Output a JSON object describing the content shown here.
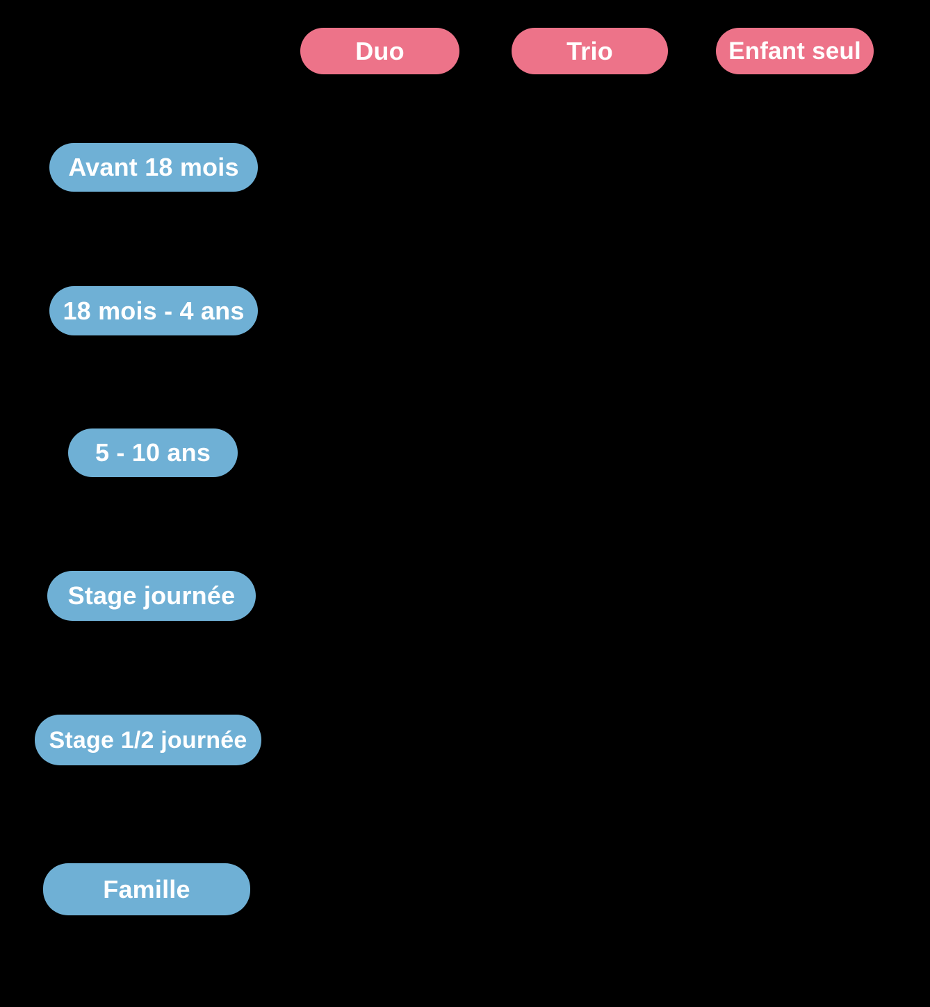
{
  "background": "#000000",
  "colors": {
    "column_pill": "#ED7389",
    "row_pill": "#6FB0D5",
    "pill_text": "#FFFFFF"
  },
  "chart_data": {
    "type": "table",
    "title": "",
    "columns": [
      "Duo",
      "Trio",
      "Enfant seul"
    ],
    "rows": [
      "Avant 18 mois",
      "18 mois - 4 ans",
      "5 - 10 ans",
      "Stage journée",
      "Stage 1/2 journée",
      "Famille"
    ],
    "cells": []
  }
}
